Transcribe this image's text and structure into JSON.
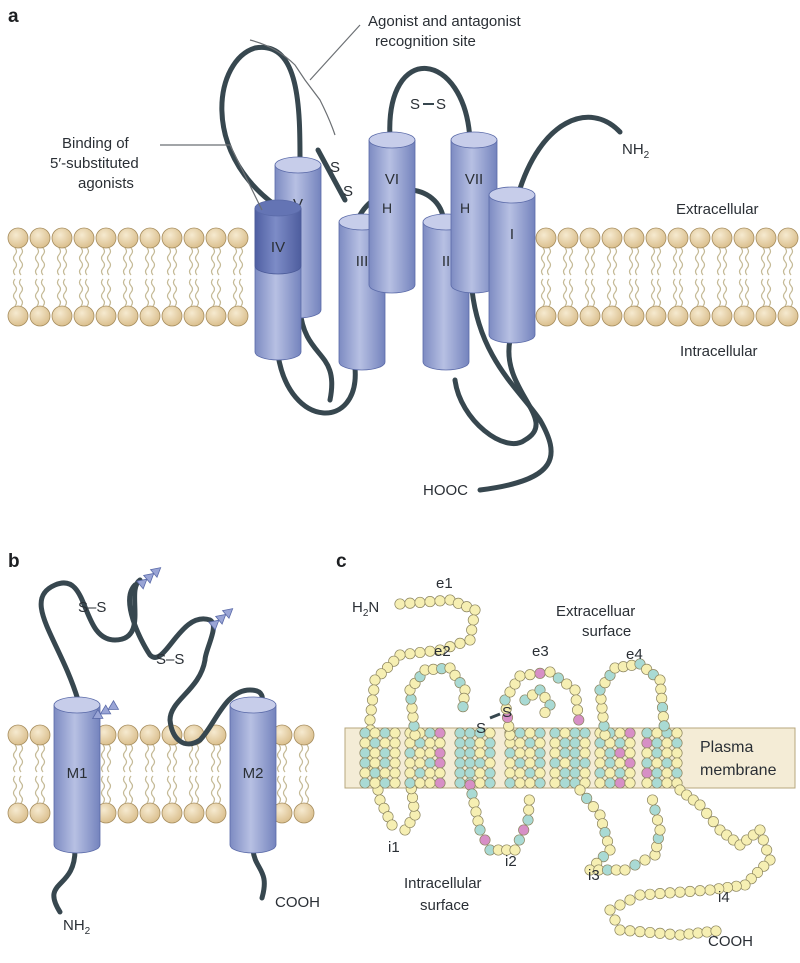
{
  "panel_a": {
    "letter": "a",
    "recognition_label_line1": "Agonist and antagonist",
    "recognition_label_line2": "recognition site",
    "binding_label_line1": "Binding of",
    "binding_label_line2": "5′-substituted",
    "binding_label_line3": "agonists",
    "extracellular": "Extracellular",
    "intracellular": "Intracellular",
    "nh2": "NH",
    "nh2_sub": "2",
    "hooc": "HOOC",
    "ss_s": "S",
    "ss_dash": "–",
    "helix_h": "H",
    "helices": [
      "V",
      "IV",
      "III",
      "VI",
      "II",
      "VII",
      "I"
    ]
  },
  "panel_b": {
    "letter": "b",
    "ss_label": "S–S",
    "m1": "M1",
    "m2": "M2",
    "nh2": "NH",
    "nh2_sub": "2",
    "cooh": "COOH"
  },
  "panel_c": {
    "letter": "c",
    "h2n": "H",
    "h2n_sub": "2",
    "h2n_n": "N",
    "extracellular_line1": "Extracelluar",
    "extracellular_line2": "surface",
    "intracellular_line1": "Intracellular",
    "intracellular_line2": "surface",
    "plasma_line1": "Plasma",
    "plasma_line2": "membrane",
    "loops": [
      "e1",
      "e2",
      "e3",
      "e4",
      "i1",
      "i2",
      "i3",
      "i4"
    ],
    "cooh": "COOH",
    "ss_s": "S",
    "ss_dash": "–"
  },
  "colors": {
    "helix": "#9aa5cf",
    "helix_dark": "#6f7fb8",
    "strand": "#37474f",
    "lipid_head": "#e9d5a8",
    "lipid_tail": "#c9bd9a",
    "residue_yellow": "#f6efb3",
    "residue_teal": "#a9dad4",
    "residue_pink": "#d78fc6",
    "membrane_band": "#f4ecd6"
  }
}
